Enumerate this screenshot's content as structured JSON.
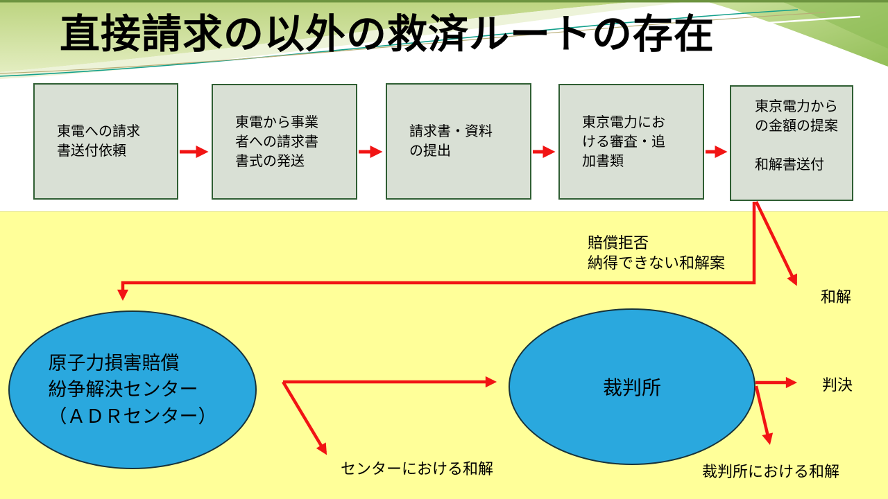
{
  "slide": {
    "title": "直接請求の以外の救済ルートの存在",
    "colors": {
      "header_green": "#cddf97",
      "header_green_dark": "#9cc465",
      "band_yellow": "#ffff99",
      "box_fill": "#d9e0d5",
      "box_border": "#2f5e33",
      "ellipse_blue": "#2aa8de",
      "arrow_red": "#f11414"
    }
  },
  "process": {
    "boxes": [
      {
        "text": "東電への請求\n書送付依頼"
      },
      {
        "text": "東電から事業\n者への請求書\n書式の発送"
      },
      {
        "text": "請求書・資料\nの提出"
      },
      {
        "text": "東京電力にお\nける審査・追\n加書類"
      },
      {
        "text": "東京電力から\nの金額の提案\n\n和解書送付"
      }
    ]
  },
  "branch": {
    "rejection_note": "賠償拒否\n納得できない和解案",
    "wakai_label": "和解",
    "adr_ellipse": "原子力損害賠償\n紛争解決センター\n（ＡＤＲセンター）",
    "court_ellipse": "裁判所",
    "hanketsu_label": "判決",
    "center_wakai_label": "センターにおける和解",
    "court_wakai_label": "裁判所における和解"
  }
}
